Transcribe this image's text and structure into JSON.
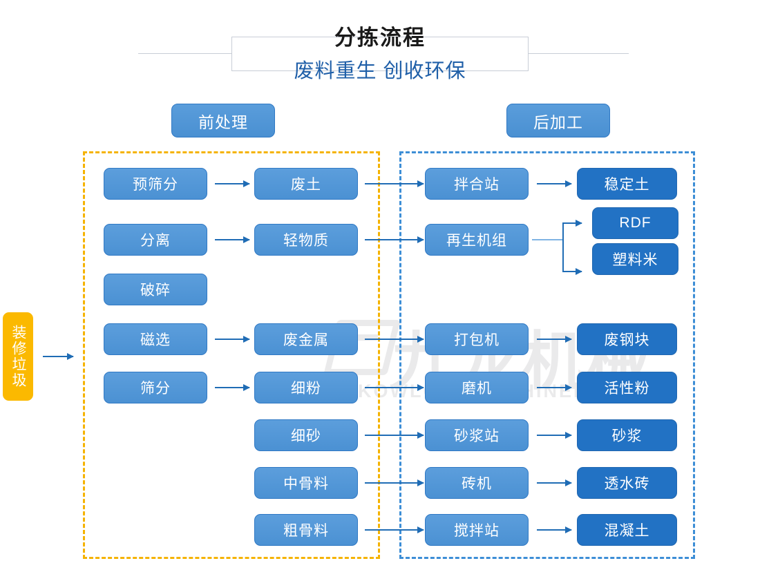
{
  "header": {
    "main_title": "分拣流程",
    "sub_title": "废料重生 创收环保",
    "title_color": "#1a1a1a",
    "sub_title_color": "#1f5fa8",
    "frame_color": "#c8cdd6"
  },
  "watermark": {
    "cn": "九龙机械",
    "en": "KOWLOONMACHINERY",
    "color": "#8d8f94"
  },
  "sections": {
    "pre": {
      "label": "前处理",
      "border_color": "#f5b301"
    },
    "post": {
      "label": "后加工",
      "border_color": "#3d8ed6"
    }
  },
  "entry": {
    "label": "装修垃圾",
    "color": "#fbb900"
  },
  "colors": {
    "node_light": "#5393d6",
    "node_dark": "#2272c4",
    "arrow": "#1f6cb5",
    "accent_amber": "#fbb900",
    "accent_blue": "#3d8ed6"
  },
  "nodes": {
    "pre_process": [
      {
        "label": "预筛分"
      },
      {
        "label": "分离"
      },
      {
        "label": "破碎"
      },
      {
        "label": "磁选"
      },
      {
        "label": "筛分"
      }
    ],
    "materials": [
      {
        "label": "废土"
      },
      {
        "label": "轻物质"
      },
      {
        "label": "废金属"
      },
      {
        "label": "细粉"
      },
      {
        "label": "细砂"
      },
      {
        "label": "中骨料"
      },
      {
        "label": "粗骨料"
      }
    ],
    "equipment": [
      {
        "label": "拌合站"
      },
      {
        "label": "再生机组"
      },
      {
        "label": "打包机"
      },
      {
        "label": "磨机"
      },
      {
        "label": "砂浆站"
      },
      {
        "label": "砖机"
      },
      {
        "label": "搅拌站"
      }
    ],
    "products": [
      {
        "label": "稳定土"
      },
      {
        "label": "RDF"
      },
      {
        "label": "塑料米"
      },
      {
        "label": "废钢块"
      },
      {
        "label": "活性粉"
      },
      {
        "label": "砂浆"
      },
      {
        "label": "透水砖"
      },
      {
        "label": "混凝土"
      }
    ]
  },
  "flows": [
    {
      "from": "装修垃圾",
      "to": "前处理"
    },
    {
      "from": "预筛分",
      "to": "废土"
    },
    {
      "from": "分离",
      "to": "轻物质"
    },
    {
      "from": "磁选",
      "to": "废金属"
    },
    {
      "from": "筛分",
      "to": "细粉"
    },
    {
      "from": "废土",
      "to": "拌合站"
    },
    {
      "from": "轻物质",
      "to": "再生机组"
    },
    {
      "from": "废金属",
      "to": "打包机"
    },
    {
      "from": "细粉",
      "to": "磨机"
    },
    {
      "from": "细砂",
      "to": "砂浆站"
    },
    {
      "from": "中骨料",
      "to": "砖机"
    },
    {
      "from": "粗骨料",
      "to": "搅拌站"
    },
    {
      "from": "拌合站",
      "to": "稳定土"
    },
    {
      "from": "再生机组",
      "to": "RDF"
    },
    {
      "from": "再生机组",
      "to": "塑料米"
    },
    {
      "from": "打包机",
      "to": "废钢块"
    },
    {
      "from": "磨机",
      "to": "活性粉"
    },
    {
      "from": "砂浆站",
      "to": "砂浆"
    },
    {
      "from": "砖机",
      "to": "透水砖"
    },
    {
      "from": "搅拌站",
      "to": "混凝土"
    }
  ]
}
